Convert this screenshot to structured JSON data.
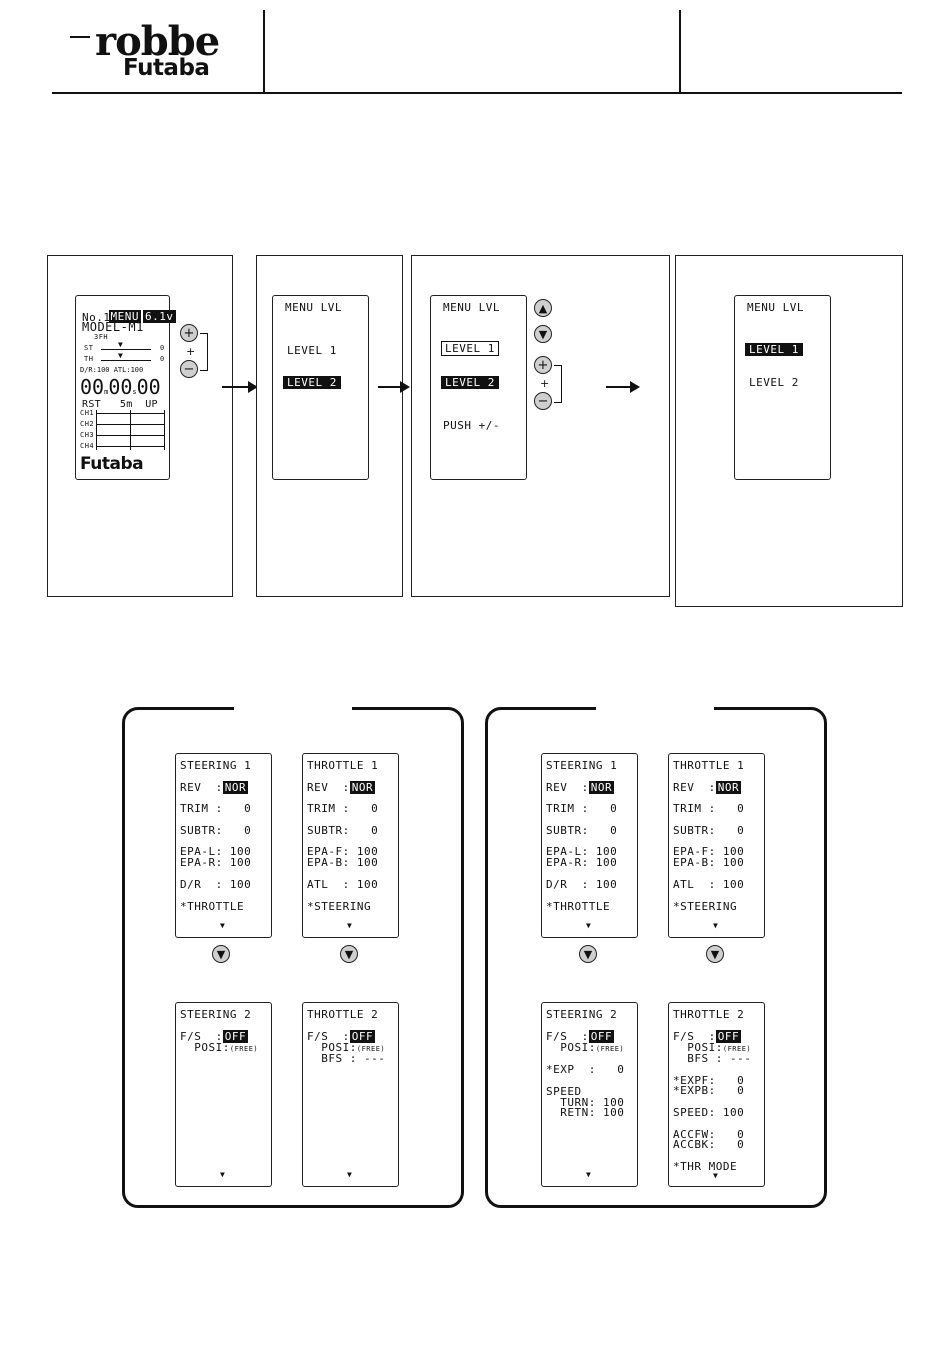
{
  "header": {
    "logo_top": "robbe",
    "logo_bottom": "Futaba"
  },
  "icons": {
    "plus": "+",
    "minus": "−",
    "up": "▲",
    "down": "▼",
    "mark": "▼"
  },
  "home": {
    "menu": "MENU",
    "voltage": "6.1v",
    "model_no": "No.1",
    "model_name": "MODEL-M1",
    "trim_mode": "3FH",
    "st_label": "ST",
    "st_val": "0",
    "th_label": "TH",
    "th_val": "0",
    "dr_atl": "D/R:100 ATL:100",
    "timer_min": "00",
    "timer_m": "m",
    "timer_sec": "00",
    "timer_s": "s",
    "timer_cs": "00",
    "rst_row": "RST   5m  UP",
    "channels": [
      "CH1",
      "CH2",
      "CH3",
      "CH4"
    ],
    "brand": "Futaba"
  },
  "step2": {
    "title": "MENU LVL",
    "level1": "LEVEL 1",
    "level2": "LEVEL 2"
  },
  "step3": {
    "title": "MENU LVL",
    "level1": "LEVEL 1",
    "level2": "LEVEL 2",
    "push": "PUSH +/-"
  },
  "step4": {
    "title": "MENU LVL",
    "level1": "LEVEL 1",
    "level2": "LEVEL 2"
  },
  "left_panel": {
    "steering1": {
      "title": "STEERING 1",
      "rev": "REV  :",
      "rev_val": "NOR",
      "trim": "TRIM :   0",
      "subtr": "SUBTR:   0",
      "epa1": "EPA-L: 100",
      "epa2": "EPA-R: 100",
      "last": "D/R  : 100",
      "link": "*THROTTLE"
    },
    "throttle1": {
      "title": "THROTTLE 1",
      "rev": "REV  :",
      "rev_val": "NOR",
      "trim": "TRIM :   0",
      "subtr": "SUBTR:   0",
      "epa1": "EPA-F: 100",
      "epa2": "EPA-B: 100",
      "last": "ATL  : 100",
      "link": "*STEERING"
    },
    "steering2": {
      "title": "STEERING 2",
      "fs": "F/S  :",
      "fs_val": "OFF",
      "posi": "  POSI:",
      "posi_val": "(FREE)"
    },
    "throttle2": {
      "title": "THROTTLE 2",
      "fs": "F/S  :",
      "fs_val": "OFF",
      "posi": "  POSI:",
      "posi_val": "(FREE)",
      "bfs": "  BFS : ---"
    }
  },
  "right_panel": {
    "steering1": {
      "title": "STEERING 1",
      "rev": "REV  :",
      "rev_val": "NOR",
      "trim": "TRIM :   0",
      "subtr": "SUBTR:   0",
      "epa1": "EPA-L: 100",
      "epa2": "EPA-R: 100",
      "last": "D/R  : 100",
      "link": "*THROTTLE"
    },
    "throttle1": {
      "title": "THROTTLE 1",
      "rev": "REV  :",
      "rev_val": "NOR",
      "trim": "TRIM :   0",
      "subtr": "SUBTR:   0",
      "epa1": "EPA-F: 100",
      "epa2": "EPA-B: 100",
      "last": "ATL  : 100",
      "link": "*STEERING"
    },
    "steering2": {
      "title": "STEERING 2",
      "fs": "F/S  :",
      "fs_val": "OFF",
      "posi": "  POSI:",
      "posi_val": "(FREE)",
      "exp": "*EXP  :   0",
      "speed": "SPEED",
      "turn": "  TURN: 100",
      "retn": "  RETN: 100"
    },
    "throttle2": {
      "title": "THROTTLE 2",
      "fs": "F/S  :",
      "fs_val": "OFF",
      "posi": "  POSI:",
      "posi_val": "(FREE)",
      "bfs": "  BFS : ---",
      "expf": "*EXPF:   0",
      "expb": "*EXPB:   0",
      "speed": "SPEED: 100",
      "accfw": "ACCFW:   0",
      "accbk": "ACCBK:   0",
      "thrmode": "*THR MODE"
    }
  }
}
